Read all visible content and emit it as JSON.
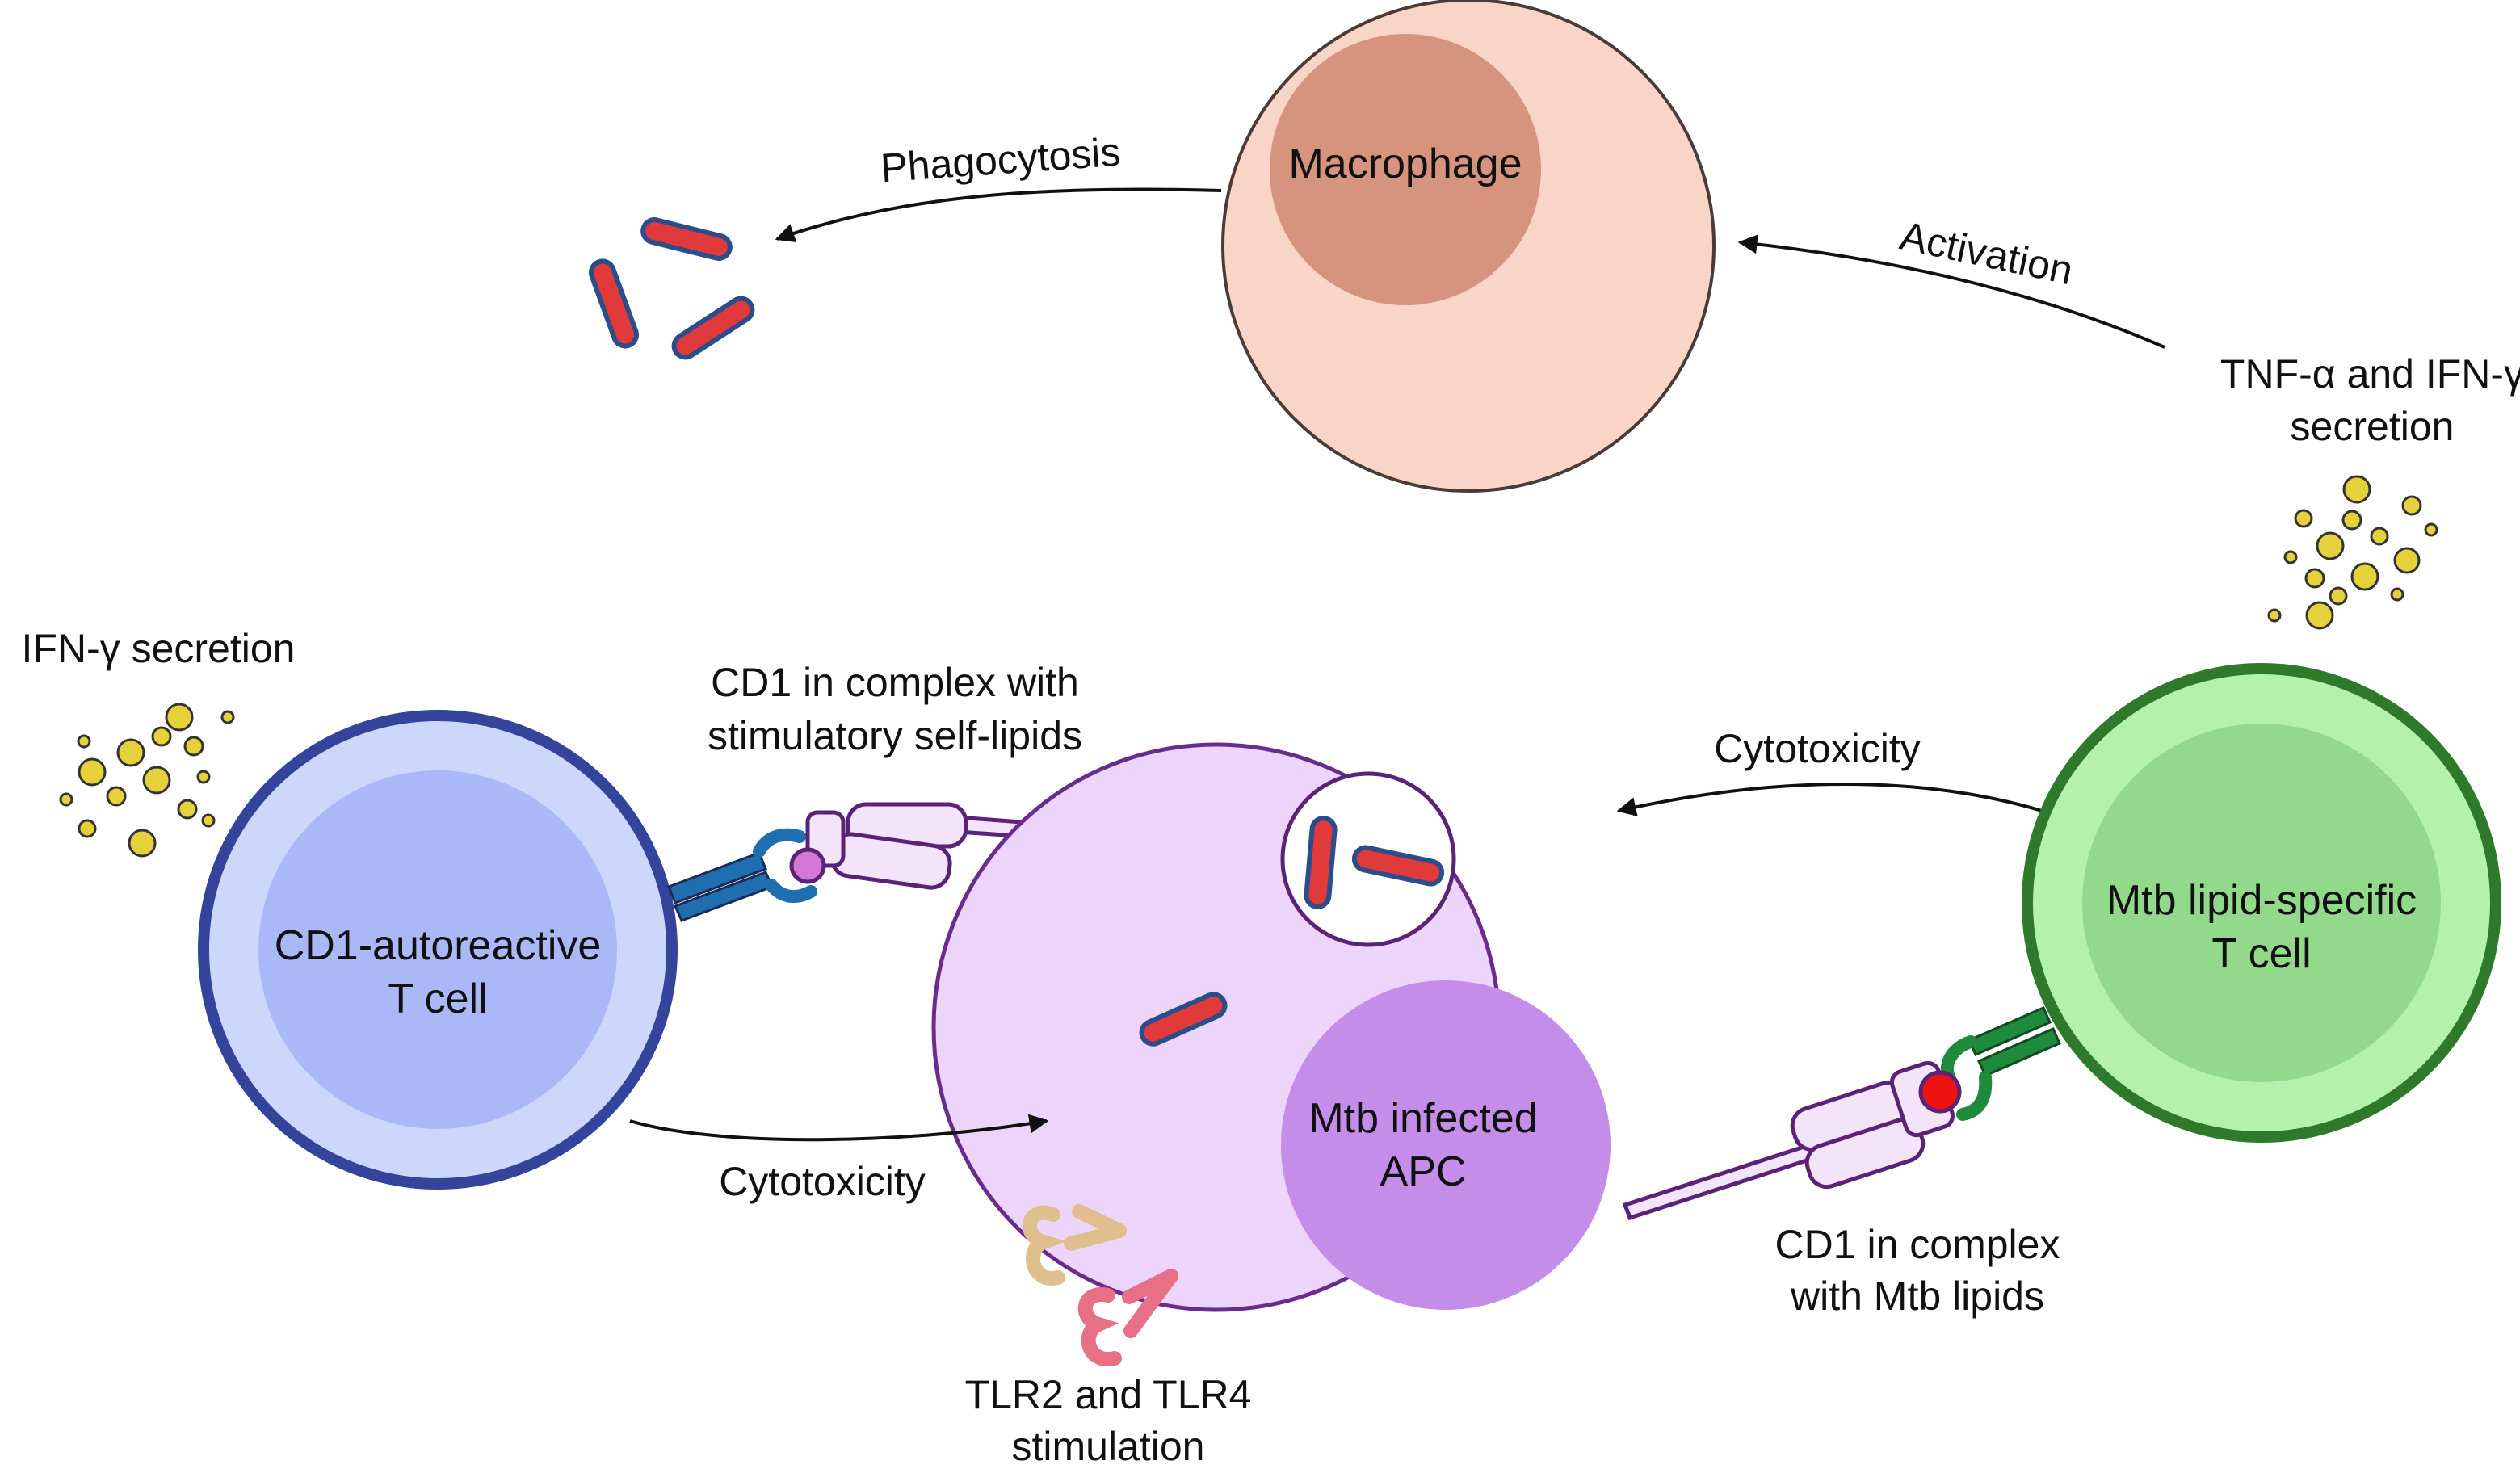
{
  "cells": {
    "macrophage": {
      "label": "Macrophage",
      "outer_color": "#f8d5c6",
      "inner_color": "#d6937e",
      "stroke": "#4a3b38"
    },
    "autoreactive": {
      "line1": "CD1-autoreactive",
      "line2": "T cell",
      "outer_color": "#cdd7fc",
      "inner_color": "#aab8f8",
      "stroke": "#34449a"
    },
    "apc": {
      "line1": "Mtb infected",
      "line2": "APC",
      "outer_color": "#ecd4fb",
      "inner_color": "#c48de9",
      "stroke": "#6a2b8f"
    },
    "mtb_tcell": {
      "line1": "Mtb lipid-specific",
      "line2": "T cell",
      "outer_color": "#b3f2ab",
      "inner_color": "#92d98c",
      "stroke": "#2e7a2a"
    }
  },
  "labels": {
    "phagocytosis": "Phagocytosis",
    "activation": "Activation",
    "tnf_line1": "TNF-α and IFN-γ",
    "tnf_line2": "secretion",
    "ifn_secretion": "IFN-γ secretion",
    "cd1_self_line1": "CD1 in complex with",
    "cd1_self_line2": "stimulatory self-lipids",
    "cytotoxicity_top": "Cytotoxicity",
    "cytotoxicity_bottom": "Cytotoxicity",
    "cd1_mtb_line1": "CD1 in complex",
    "cd1_mtb_line2": "with Mtb lipids",
    "tlr_line1": "TLR2 and TLR4",
    "tlr_line2": "stimulation"
  },
  "colors": {
    "bacterium_fill": "#e03a3a",
    "bacterium_stroke": "#2b4d8c",
    "cytokine_fill": "#e5d23a",
    "cytokine_stroke": "#333333",
    "tcr_blue": "#1f6fb0",
    "tcr_green": "#1e8a3c",
    "self_lipid": "#d478d6",
    "mtb_lipid": "#ee1111",
    "cd1_fill": "#f3e4fa",
    "cd1_stroke": "#5a2378",
    "tlr2": "#dfbf8e",
    "tlr4": "#e87086"
  }
}
